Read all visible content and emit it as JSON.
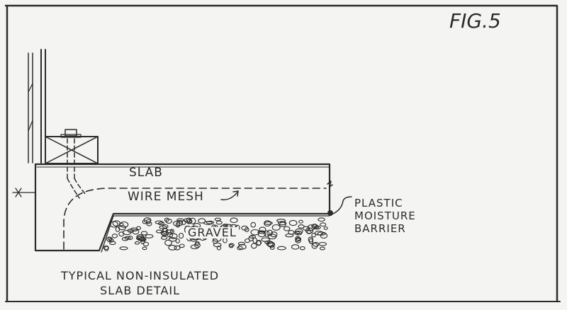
{
  "figure": {
    "title": "FIG.5",
    "caption_lines": [
      "TYPICAL NON-INSULATED",
      "SLAB DETAIL"
    ]
  },
  "labels": {
    "slab": "SLAB",
    "wire_mesh": "WIRE MESH",
    "gravel": "GRAVEL",
    "moisture_barrier_lines": [
      "PLASTIC",
      "MOISTURE",
      "BARRIER"
    ]
  },
  "colors": {
    "paper": "#f4f4f2",
    "ink": "#2b2b2b"
  }
}
